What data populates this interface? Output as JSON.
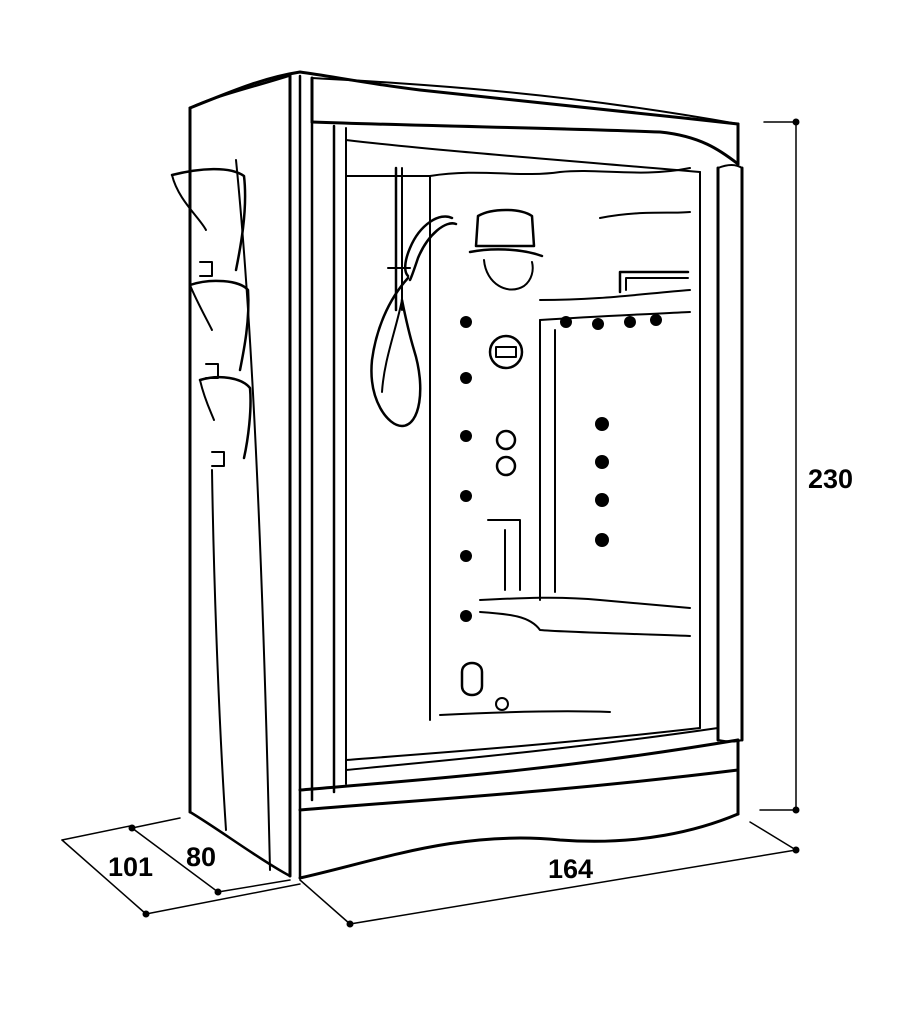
{
  "dimensions": {
    "height": "230",
    "width": "164",
    "depth_inner": "80",
    "depth_outer": "101"
  }
}
